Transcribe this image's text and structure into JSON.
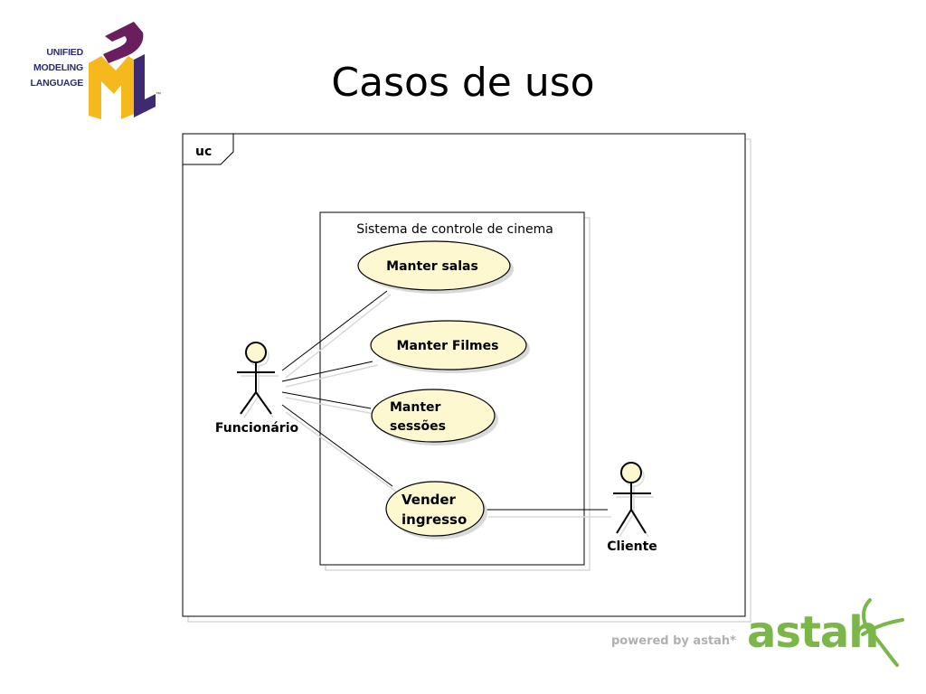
{
  "slide": {
    "title": "Casos de uso"
  },
  "logo": {
    "lines": [
      "UNIFIED",
      "MODELING",
      "LANGUAGE"
    ],
    "tm": "™",
    "colors": {
      "u": "#6b1e5e",
      "m": "#f5b91d",
      "l": "#3d2a73"
    }
  },
  "diagram": {
    "frame_tag": "uc",
    "system_boundary_label": "Sistema de controle de cinema",
    "use_cases": [
      {
        "lines": [
          "Manter salas"
        ]
      },
      {
        "lines": [
          "Manter Filmes"
        ]
      },
      {
        "lines": [
          "Manter",
          "sessões"
        ]
      },
      {
        "lines": [
          "Vender",
          "ingresso"
        ]
      }
    ],
    "actors": [
      {
        "name": "Funcionário"
      },
      {
        "name": "Cliente"
      }
    ],
    "colors": {
      "use_case_fill": "#fdf8d0",
      "stroke": "#000000",
      "shadow": "#d9d9d9"
    }
  },
  "footer": {
    "powered_by": "powered by astah*",
    "brand": "astah",
    "brand_color": "#7ab648"
  }
}
